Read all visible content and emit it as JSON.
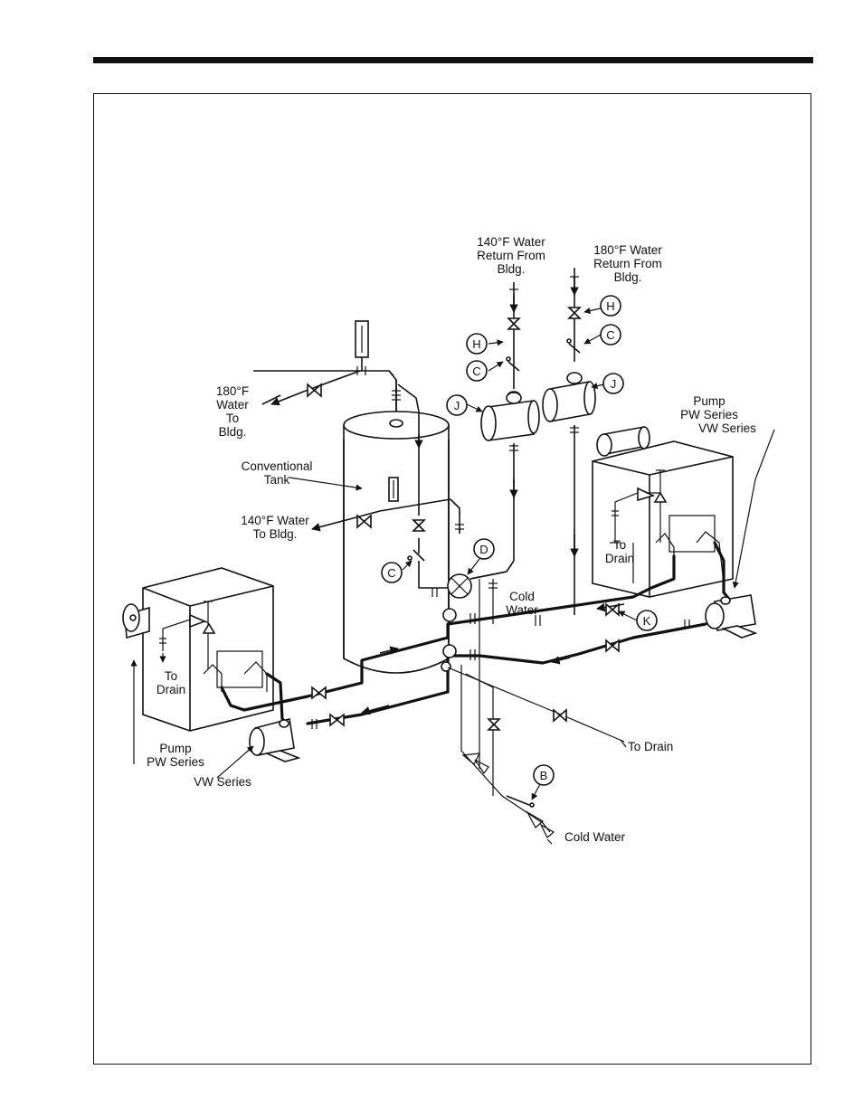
{
  "labels": {
    "water_180_to_bldg": [
      "180°F",
      "Water",
      "To",
      "Bldg."
    ],
    "conventional_tank": [
      "Conventional",
      "Tank"
    ],
    "water_140_to_bldg": [
      "140°F Water",
      "To Bldg."
    ],
    "return_140": [
      "140°F Water",
      "Return  From",
      "Bldg."
    ],
    "return_180": [
      "180°F Water",
      "Return  From",
      "Bldg."
    ],
    "pump_right": [
      "Pump",
      "PW Series"
    ],
    "vw_series_right": "VW Series",
    "to_drain_right_heater": [
      "To",
      "Drain"
    ],
    "to_drain_left_heater": [
      "To",
      "Drain"
    ],
    "cold_water_top": [
      "Cold",
      "Water"
    ],
    "pump_left": [
      "Pump",
      "PW Series"
    ],
    "vw_series_left": "VW Series",
    "to_drain_bottom": "To Drain",
    "cold_water_bottom": "Cold Water"
  },
  "callouts": {
    "h_left": "H",
    "c_left": "C",
    "j_left": "J",
    "h_right": "H",
    "c_right": "C",
    "j_right": "J",
    "c_tank": "C",
    "d": "D",
    "k": "K",
    "b": "B"
  }
}
